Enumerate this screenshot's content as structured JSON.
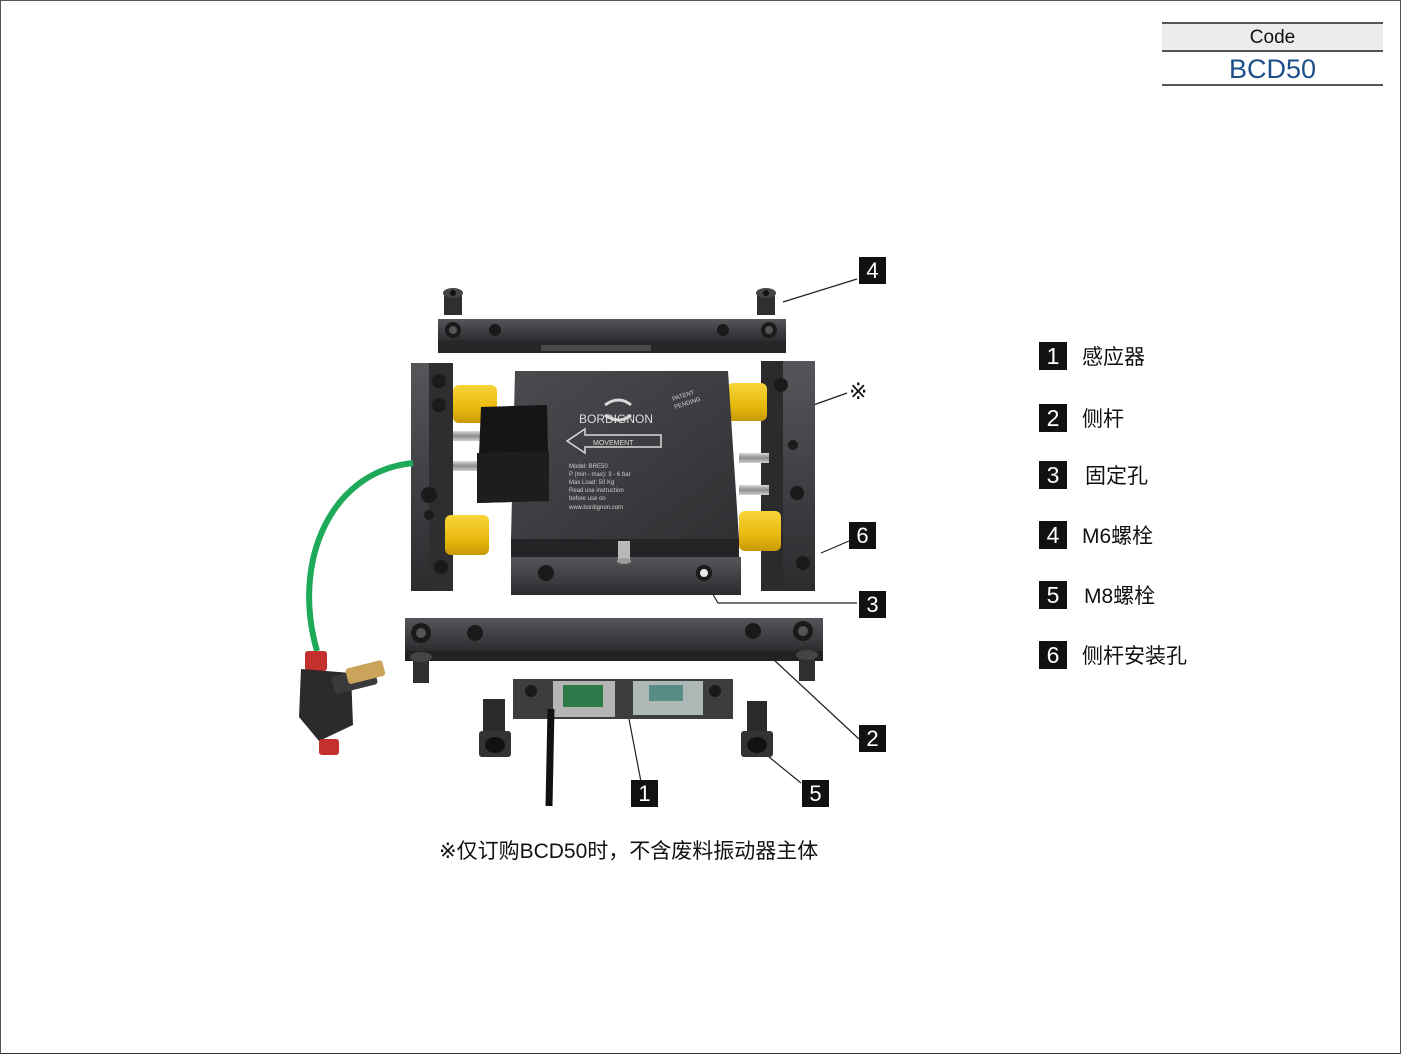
{
  "code": {
    "label": "Code",
    "value": "BCD50"
  },
  "photo": {
    "device_text": {
      "brand": "BORDIGNON",
      "patent": "PATENT",
      "patent2": "PENDING",
      "movement": "MOVEMENT",
      "model": "Model: BRE50",
      "pressure": "P (min - max): 3 - 6 bar",
      "load": "Max Load: 50 Kg",
      "instr1": "Read use instruction",
      "instr2": "before use on",
      "site": "www.bordignon.com"
    }
  },
  "callouts": [
    {
      "num": "4"
    },
    {
      "num": "6"
    },
    {
      "num": "3"
    },
    {
      "num": "2"
    },
    {
      "num": "1"
    },
    {
      "num": "5"
    }
  ],
  "note_mark": "※",
  "legend": [
    {
      "num": "1",
      "text": "感应器"
    },
    {
      "num": "2",
      "text": "侧杆"
    },
    {
      "num": "3",
      "text": "固定孔"
    },
    {
      "num": "4",
      "text": "M6螺栓"
    },
    {
      "num": "5",
      "text": "M8螺栓"
    },
    {
      "num": "6",
      "text": "侧杆安装孔"
    }
  ],
  "caption": "※仅订购BCD50时，不含废料振动器主体",
  "colors": {
    "code_value": "#1e4f8a",
    "roller": "#f2c417",
    "tube": "#1faa5a",
    "metal": "#3a3a3d"
  }
}
